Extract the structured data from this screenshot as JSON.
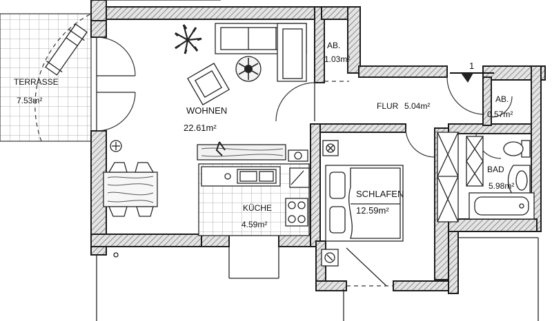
{
  "rooms": {
    "terrasse": {
      "name": "TERRASSE",
      "area": "7.53m²"
    },
    "wohnen": {
      "name": "WOHNEN",
      "area": "22.61m²"
    },
    "abstell1": {
      "name": "AB.",
      "area": "1.03m²"
    },
    "flur": {
      "name": "FLUR",
      "area": "5.04m²"
    },
    "abstell2": {
      "name": "AB.",
      "area": "0.57m²"
    },
    "kueche": {
      "name": "KÜCHE",
      "area": "4.59m²"
    },
    "schlafen": {
      "name": "SCHLAFEN",
      "area": "12.59m²"
    },
    "bad": {
      "name": "BAD",
      "area": "5.98m²"
    }
  },
  "marker": {
    "label": "1"
  }
}
